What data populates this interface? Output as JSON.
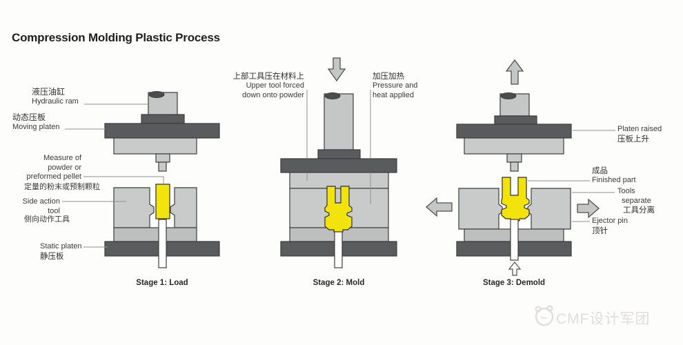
{
  "title": "Compression Molding Plastic Process",
  "stage1": {
    "caption": "Stage 1: Load",
    "labels": {
      "hydraulic_ram": {
        "zh": "液压油缸",
        "en": "Hydraulic ram"
      },
      "moving_platen": {
        "zh": "动态压板",
        "en": "Moving platen"
      },
      "measure": {
        "en1": "Measure of",
        "en2": "powder or",
        "en3": "preformed pellet",
        "zh": "定量的粉末或预制颗粒"
      },
      "side_action": {
        "en1": "Side action",
        "en2": "tool",
        "zh": "侧向动作工具"
      },
      "static_platen": {
        "en": "Static platen",
        "zh": "静压板"
      }
    }
  },
  "stage2": {
    "caption": "Stage 2: Mold",
    "labels": {
      "upper_tool": {
        "zh": "上部工具压在材料上",
        "en1": "Upper tool forced",
        "en2": "down onto powder"
      },
      "pressure": {
        "zh": "加压加热",
        "en1": "Pressure and",
        "en2": "heat applied"
      }
    }
  },
  "stage3": {
    "caption": "Stage 3: Demold",
    "labels": {
      "platen_raised": {
        "en": "Platen raised",
        "zh": "压板上升"
      },
      "finished_part": {
        "zh": "成品",
        "en": "Finished part"
      },
      "tools_separate": {
        "en1": "Tools",
        "en2": "separate",
        "zh": "工具分离"
      },
      "ejector_pin": {
        "en": "Ejector pin",
        "zh": "顶针"
      }
    }
  },
  "watermark": {
    "text": "CMF设计军团"
  },
  "colors": {
    "dark_gray": "#5a5b5d",
    "light_gray": "#c9cbca",
    "mid_gray": "#bdbfbe",
    "ram_gray": "#c5c7c6",
    "yellow": "#f2e30c",
    "pin_white": "#ffffff",
    "leader_line": "#8f8f8f",
    "outline": "#3c3c3e",
    "watermark": "#e2dfda"
  }
}
